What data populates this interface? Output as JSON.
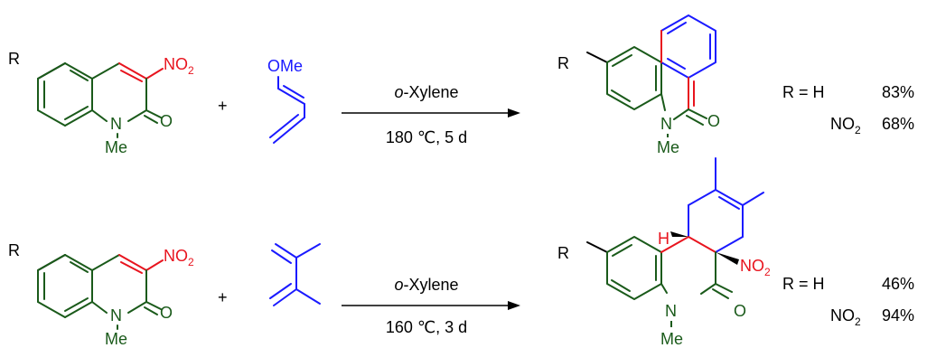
{
  "colors": {
    "black": "#000000",
    "green": "#1a5a1a",
    "red": "#e8141e",
    "blue": "#1a1aff"
  },
  "substituent": "R",
  "methyl": "Me",
  "oxygen": "O",
  "nitrogen": "N",
  "nitro": {
    "main": "NO",
    "sub": "2"
  },
  "plus": "+",
  "methoxy": "OMe",
  "hydrogen": "H",
  "reactions": [
    {
      "solvent_prefix": "o",
      "solvent_rest": "-Xylene",
      "conditions": "180 ℃, 5 d",
      "yields": [
        {
          "r": "R = H",
          "value": "83%"
        },
        {
          "r_main": "NO",
          "r_sub": "2",
          "value": "68%"
        }
      ]
    },
    {
      "solvent_prefix": "o",
      "solvent_rest": "-Xylene",
      "conditions": "160 ℃, 3 d",
      "yields": [
        {
          "r": "R = H",
          "value": "46%"
        },
        {
          "r_main": "NO",
          "r_sub": "2",
          "value": "94%"
        }
      ]
    }
  ]
}
